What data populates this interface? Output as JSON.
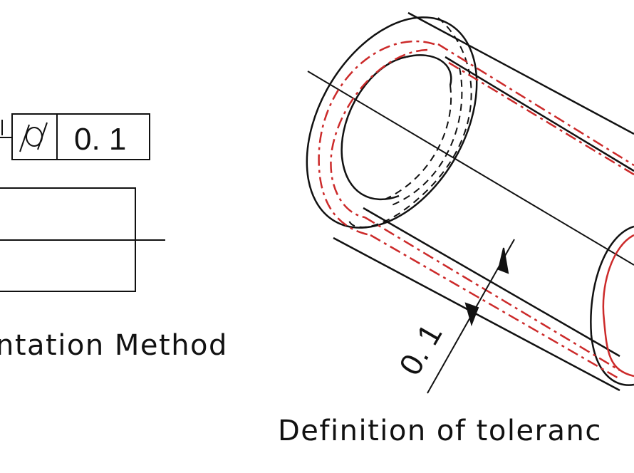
{
  "feature_control_frame": {
    "symbol_name": "cylindricity-icon",
    "tolerance_value": "0. 1"
  },
  "captions": {
    "left": "ntation Method",
    "right": "Definition of toleranc"
  },
  "dimension": {
    "value": "0. 1"
  },
  "colors": {
    "line": "#111111",
    "actual_surface": "#cc2a2a"
  }
}
